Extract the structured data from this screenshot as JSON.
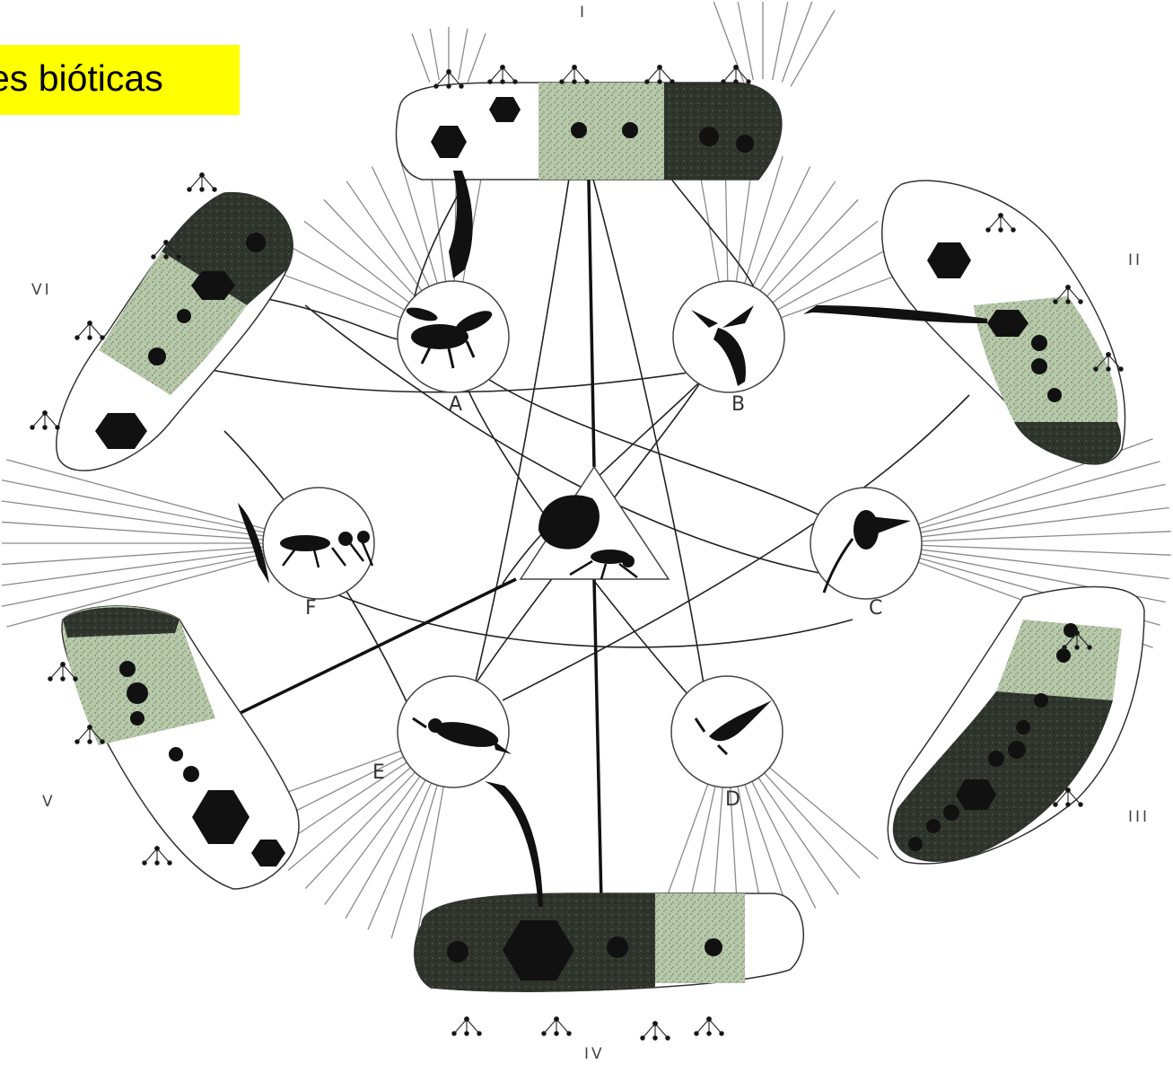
{
  "title": {
    "text": "es  bióticas"
  },
  "colors": {
    "highlight": "#ffff00",
    "ink": "#1a1a1a",
    "green": "#b7c9a8",
    "dark": "#2b2f2a"
  },
  "groups": [
    {
      "id": "I",
      "label": "I"
    },
    {
      "id": "II",
      "label": "II"
    },
    {
      "id": "III",
      "label": "III"
    },
    {
      "id": "IV",
      "label": "IV"
    },
    {
      "id": "V",
      "label": "V"
    },
    {
      "id": "VI",
      "label": "VI"
    }
  ],
  "nodes": [
    {
      "id": "A",
      "label": "A",
      "icon": "wasp-icon"
    },
    {
      "id": "B",
      "label": "B",
      "icon": "hummingbird-icon"
    },
    {
      "id": "C",
      "label": "C",
      "icon": "fly-icon"
    },
    {
      "id": "D",
      "label": "D",
      "icon": "winged-insect-icon"
    },
    {
      "id": "E",
      "label": "E",
      "icon": "bird-icon"
    },
    {
      "id": "F",
      "label": "F",
      "icon": "ant-icon"
    }
  ],
  "center": {
    "icon": "ant-with-leaf-icon"
  }
}
